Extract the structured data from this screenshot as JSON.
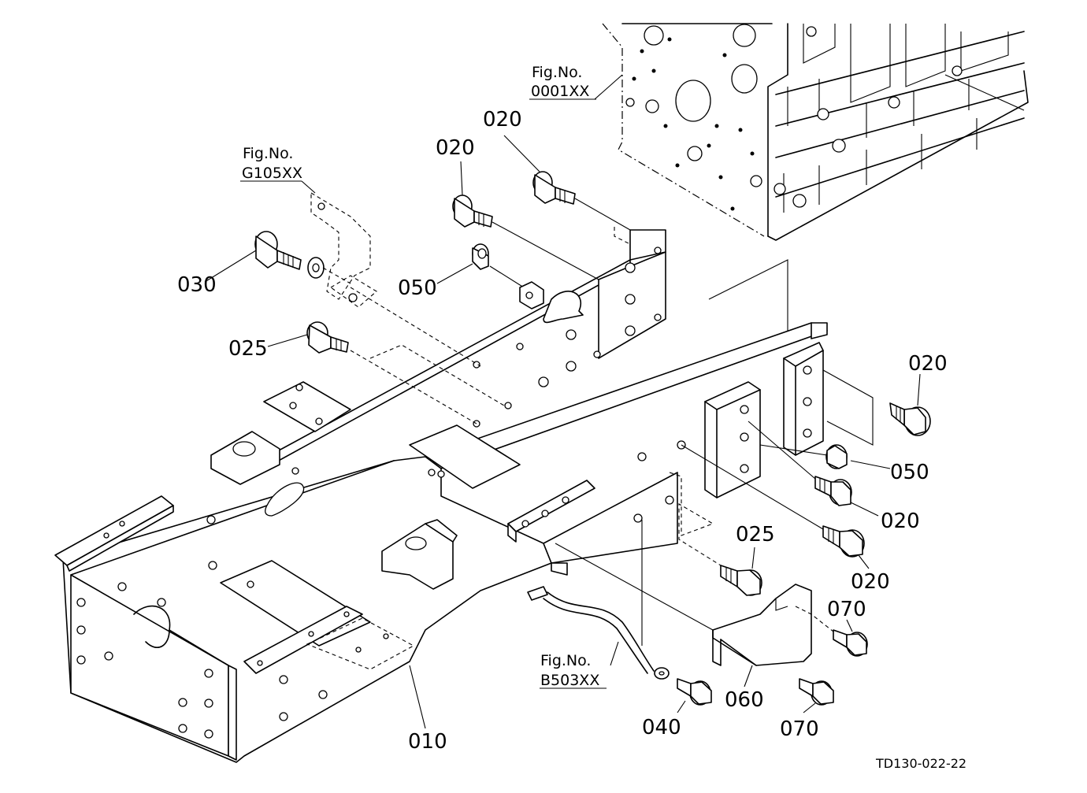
{
  "part_labels": {
    "p010": "010",
    "p020a": "020",
    "p020b": "020",
    "p020c": "020",
    "p020d": "020",
    "p020e": "020",
    "p025a": "025",
    "p025b": "025",
    "p030": "030",
    "p040": "040",
    "p050a": "050",
    "p050b": "050",
    "p060": "060",
    "p070a": "070",
    "p070b": "070"
  },
  "figure_refs": {
    "engine": {
      "title": "Fig.No.",
      "code": "0001XX"
    },
    "bracket": {
      "title": "Fig.No.",
      "code": "G105XX"
    },
    "wire": {
      "title": "Fig.No.",
      "code": "B503XX"
    }
  },
  "drawing_code": "TD130-022-22"
}
